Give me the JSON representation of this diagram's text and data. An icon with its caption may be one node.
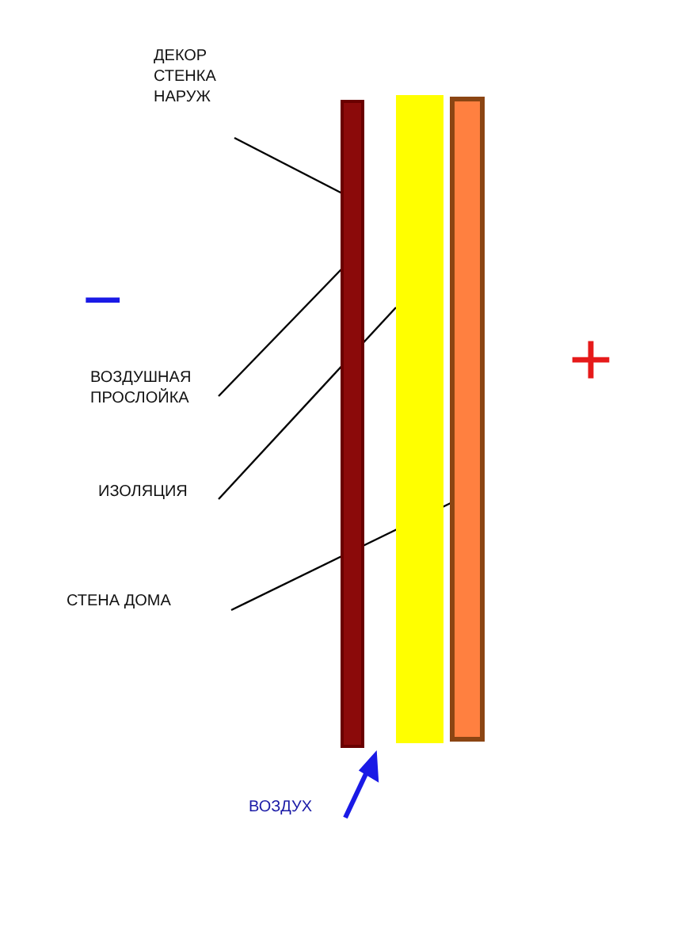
{
  "diagram": {
    "nodes": [
      {
        "text": [
          "ДЕКОР СТЕНКА НАРУЖ"
        ]
      },
      {
        "text": [
          "ВОЗДУШНАЯ ПРОСЛОЙКА"
        ]
      },
      {
        "text": [
          "ИЗОЛЯЦИЯ"
        ]
      },
      {
        "text": [
          "СТЕНА ДОМА"
        ]
      },
      {
        "text": [],
        "shape": "bar"
      },
      {
        "text": [],
        "shape": "bar"
      },
      {
        "text": [],
        "shape": "bar"
      }
    ],
    "edges": [
      {
        "from": 0,
        "to": 4,
        "arrow": "none"
      },
      {
        "from": 1,
        "to": 4,
        "arrow": "none"
      },
      {
        "from": 2,
        "to": 5,
        "arrow": "none"
      },
      {
        "from": 3,
        "to": 6,
        "arrow": "none"
      }
    ],
    "labels": [
      "−",
      "+",
      "ВОЗДУХ"
    ]
  }
}
